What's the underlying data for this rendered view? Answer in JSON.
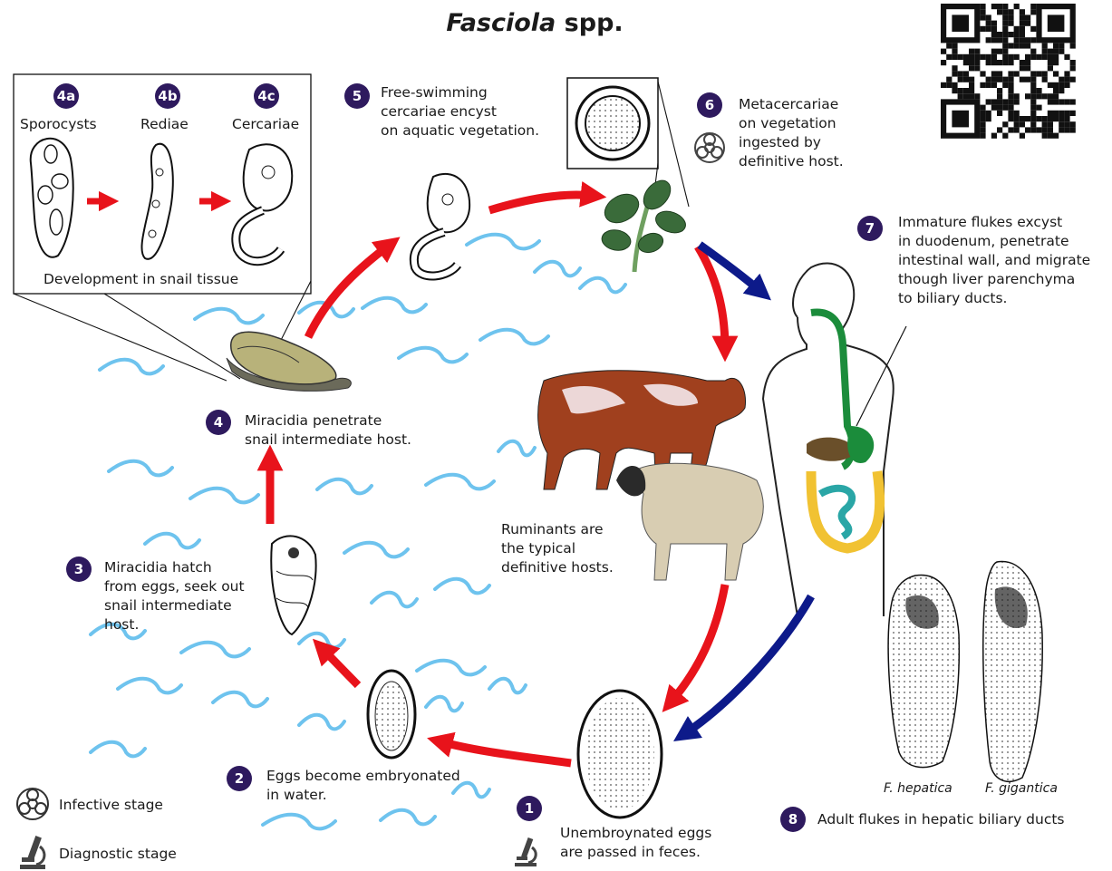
{
  "title": {
    "genus": "Fasciola",
    "suffix": " spp."
  },
  "snail_box": {
    "stages": [
      {
        "id": "4a",
        "label": "Sporocysts"
      },
      {
        "id": "4b",
        "label": "Rediae"
      },
      {
        "id": "4c",
        "label": "Cercariae"
      }
    ],
    "caption": "Development in snail tissue"
  },
  "steps": [
    {
      "id": "1",
      "text": "Unembroynated eggs\nare passed in feces."
    },
    {
      "id": "2",
      "text": "Eggs become embryonated\nin water."
    },
    {
      "id": "3",
      "text": "Miracidia hatch\nfrom eggs, seek out\nsnail intermediate\nhost."
    },
    {
      "id": "4",
      "text": "Miracidia penetrate\nsnail intermediate host."
    },
    {
      "id": "5",
      "text": "Free-swimming\ncercariae encyst\non aquatic vegetation."
    },
    {
      "id": "6",
      "text": "Metacercariae\non vegetation\ningested by\ndefinitive host."
    },
    {
      "id": "7",
      "text": "Immature flukes excyst\nin duodenum, penetrate\nintestinal wall, and migrate\nthough liver parenchyma\nto biliary ducts."
    },
    {
      "id": "8",
      "text": "Adult flukes in hepatic biliary ducts"
    }
  ],
  "ruminants_note": "Ruminants are\nthe typical\ndefinitive hosts.",
  "species": [
    "F. hepatica",
    "F. gigantica"
  ],
  "legend": {
    "infective": "Infective stage",
    "diagnostic": "Diagnostic stage"
  },
  "colors": {
    "badge": "#2e1a5e",
    "arrow_red": "#e8131b",
    "arrow_blue": "#0d1a8a",
    "water": "#6ec3ee"
  },
  "icons": [
    "biohazard-icon",
    "microscope-icon"
  ]
}
